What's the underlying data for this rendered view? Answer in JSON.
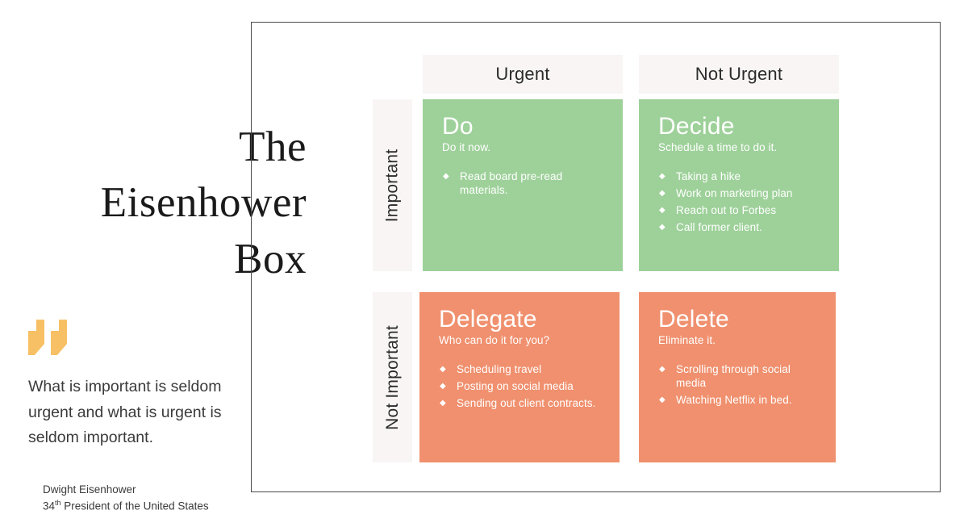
{
  "title": {
    "lines": [
      "The",
      "Eisenhower",
      "Box"
    ]
  },
  "quote": {
    "icon": "quote-mark-icon",
    "text": "What is important is seldom urgent and what is urgent is seldom important.",
    "author": "Dwight Eisenhower",
    "author_role_prefix": "34",
    "author_role_sup": "th",
    "author_role_suffix": " President of the United States"
  },
  "matrix": {
    "columns": [
      {
        "label": "Urgent"
      },
      {
        "label": "Not Urgent"
      }
    ],
    "rows": [
      {
        "label": "Important"
      },
      {
        "label": "Not Important"
      }
    ],
    "quadrants": [
      {
        "key": "do",
        "title": "Do",
        "subtitle": "Do it now.",
        "color": "#9ed19a",
        "items": [
          "Read board pre-read materials."
        ]
      },
      {
        "key": "decide",
        "title": "Decide",
        "subtitle": "Schedule a time to do it.",
        "color": "#9ed19a",
        "items": [
          "Taking a hike",
          "Work on marketing plan",
          "Reach out to Forbes",
          "Call former client."
        ]
      },
      {
        "key": "delegate",
        "title": "Delegate",
        "subtitle": "Who can do it for you?",
        "color": "#f0906e",
        "items": [
          "Scheduling travel",
          "Posting on social media",
          "Sending out client contracts."
        ]
      },
      {
        "key": "delete",
        "title": "Delete",
        "subtitle": "Eliminate it.",
        "color": "#f0906e",
        "items": [
          "Scrolling through social media",
          "Watching Netflix in bed."
        ]
      }
    ],
    "bullet_glyph": "◆"
  },
  "colors": {
    "green": "#9ed19a",
    "orange": "#f0906e",
    "header_bg": "#f9f5f5",
    "accent_gold": "#f7c065",
    "frame": "#4a4a4a",
    "text_dark": "#2b2b2b"
  }
}
